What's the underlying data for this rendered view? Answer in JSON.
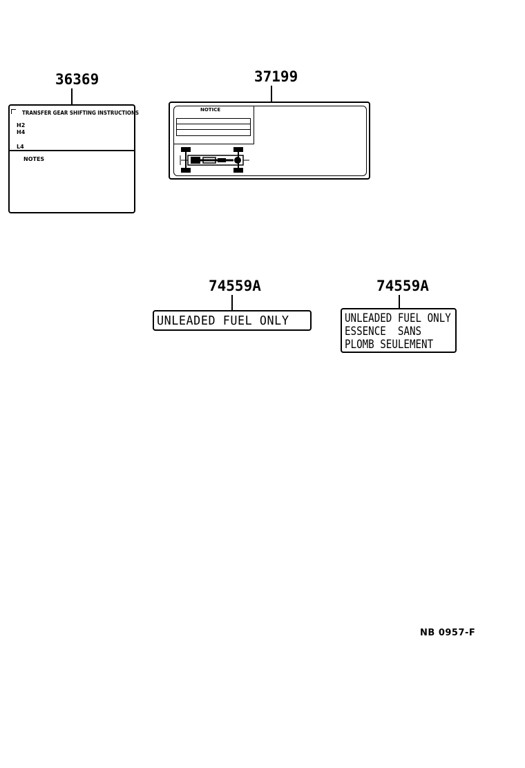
{
  "parts": {
    "p36369": {
      "number": "36369",
      "title": "TRANSFER GEAR SHIFTING INSTRUCTIONS",
      "row1": "H2",
      "row2": "H4",
      "row3": "L4",
      "notes": "NOTES"
    },
    "p37199": {
      "number": "37199",
      "heading": "NOTICE"
    },
    "p74559a_1": {
      "number": "74559A",
      "text": "UNLEADED FUEL ONLY"
    },
    "p74559a_2": {
      "number": "74559A",
      "line1": "UNLEADED FUEL ONLY",
      "line2": "ESSENCE  SANS",
      "line3": "PLOMB SEULEMENT"
    }
  },
  "footer": {
    "code": "NB 0957-F"
  }
}
